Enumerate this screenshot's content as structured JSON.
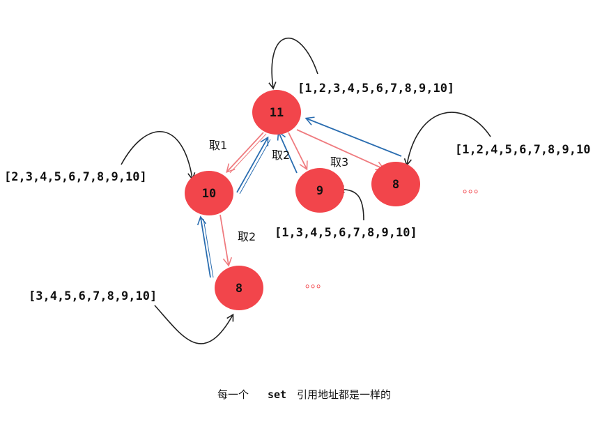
{
  "colors": {
    "node_fill": "#f2454b",
    "pick_arrow": "#ef7b7f",
    "return_arrow": "#2a6db0",
    "note_arrow": "#222222",
    "ellipsis": "#f2454b"
  },
  "nodes": {
    "n11": "11",
    "n10": "10",
    "n9": "9",
    "n8_right": "8",
    "n8_bottom": "8"
  },
  "sets": {
    "s11": "[1,2,3,4,5,6,7,8,9,10]",
    "s10": "[2,3,4,5,6,7,8,9,10]",
    "s9": "[1,3,4,5,6,7,8,9,10]",
    "s8_right": "[1,2,4,5,6,7,8,9,10",
    "s8_bottom": "[3,4,5,6,7,8,9,10]"
  },
  "picks": {
    "p1": "取1",
    "p2_top": "取2",
    "p3": "取3",
    "p2_left": "取2"
  },
  "ellipsis": {
    "right": "。。。",
    "middle": "。。。"
  },
  "caption": {
    "prefix": "每一个",
    "keyword": "set",
    "suffix": "引用地址都是一样的"
  }
}
